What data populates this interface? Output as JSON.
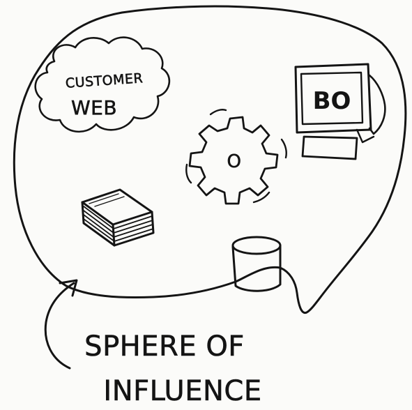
{
  "labels": {
    "cloud": [
      "CUSTOMER",
      "WEB"
    ],
    "monitor": "BO",
    "gear": "O",
    "caption": [
      "SPHERE OF",
      "INFLUENCE"
    ]
  }
}
